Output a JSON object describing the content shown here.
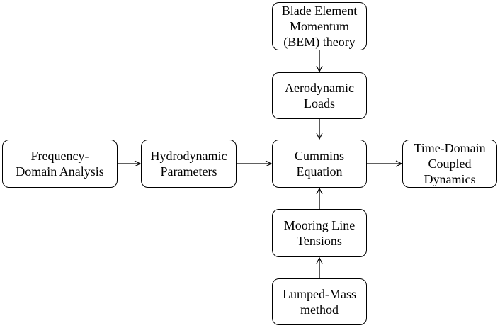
{
  "nodes": {
    "bem": {
      "label": "Blade Element\nMomentum\n(BEM) theory"
    },
    "aero": {
      "label": "Aerodynamic\nLoads"
    },
    "freq": {
      "label": "Frequency-\nDomain Analysis"
    },
    "hydro": {
      "label": "Hydrodynamic\nParameters"
    },
    "cummins": {
      "label": "Cummins\nEquation"
    },
    "timedomain": {
      "label": "Time-Domain\nCoupled\nDynamics"
    },
    "mooring": {
      "label": "Mooring Line\nTensions"
    },
    "lumped": {
      "label": "Lumped-Mass\nmethod"
    }
  },
  "edges": [
    {
      "from": "bem",
      "to": "aero"
    },
    {
      "from": "aero",
      "to": "cummins"
    },
    {
      "from": "freq",
      "to": "hydro"
    },
    {
      "from": "hydro",
      "to": "cummins"
    },
    {
      "from": "cummins",
      "to": "timedomain"
    },
    {
      "from": "mooring",
      "to": "cummins"
    },
    {
      "from": "lumped",
      "to": "mooring"
    }
  ],
  "colors": {
    "stroke": "#000000",
    "background": "#ffffff"
  }
}
